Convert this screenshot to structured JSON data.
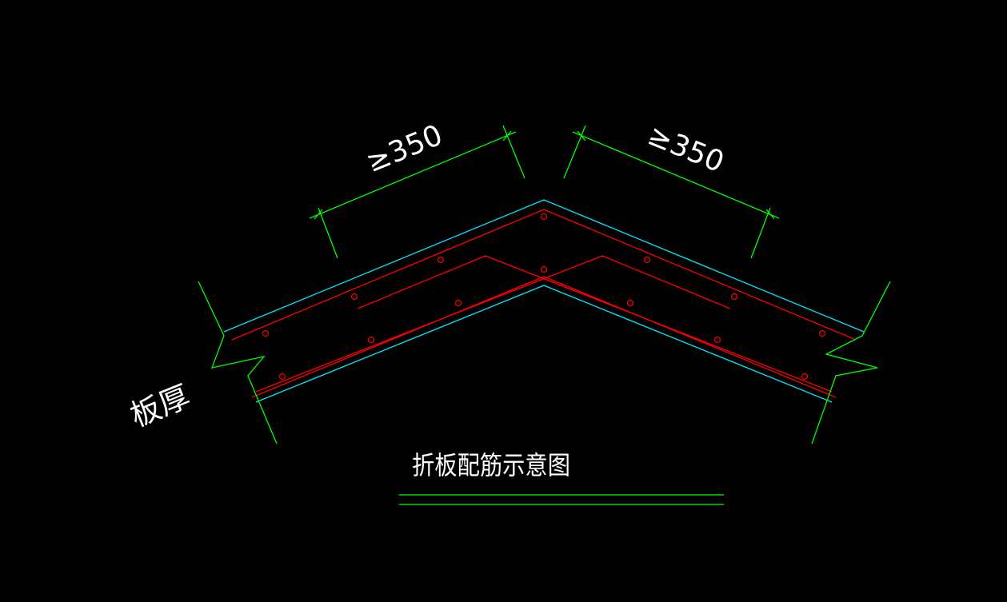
{
  "drawing": {
    "title": "折板配筋示意图",
    "thickness_label": "板厚",
    "dimension_left": "≥350",
    "dimension_right": "≥350"
  },
  "colors": {
    "background": "#000000",
    "concrete_outline": "#00e5ff",
    "rebar": "#ff0000",
    "dimension": "#00ff00",
    "text": "#ffffff"
  }
}
